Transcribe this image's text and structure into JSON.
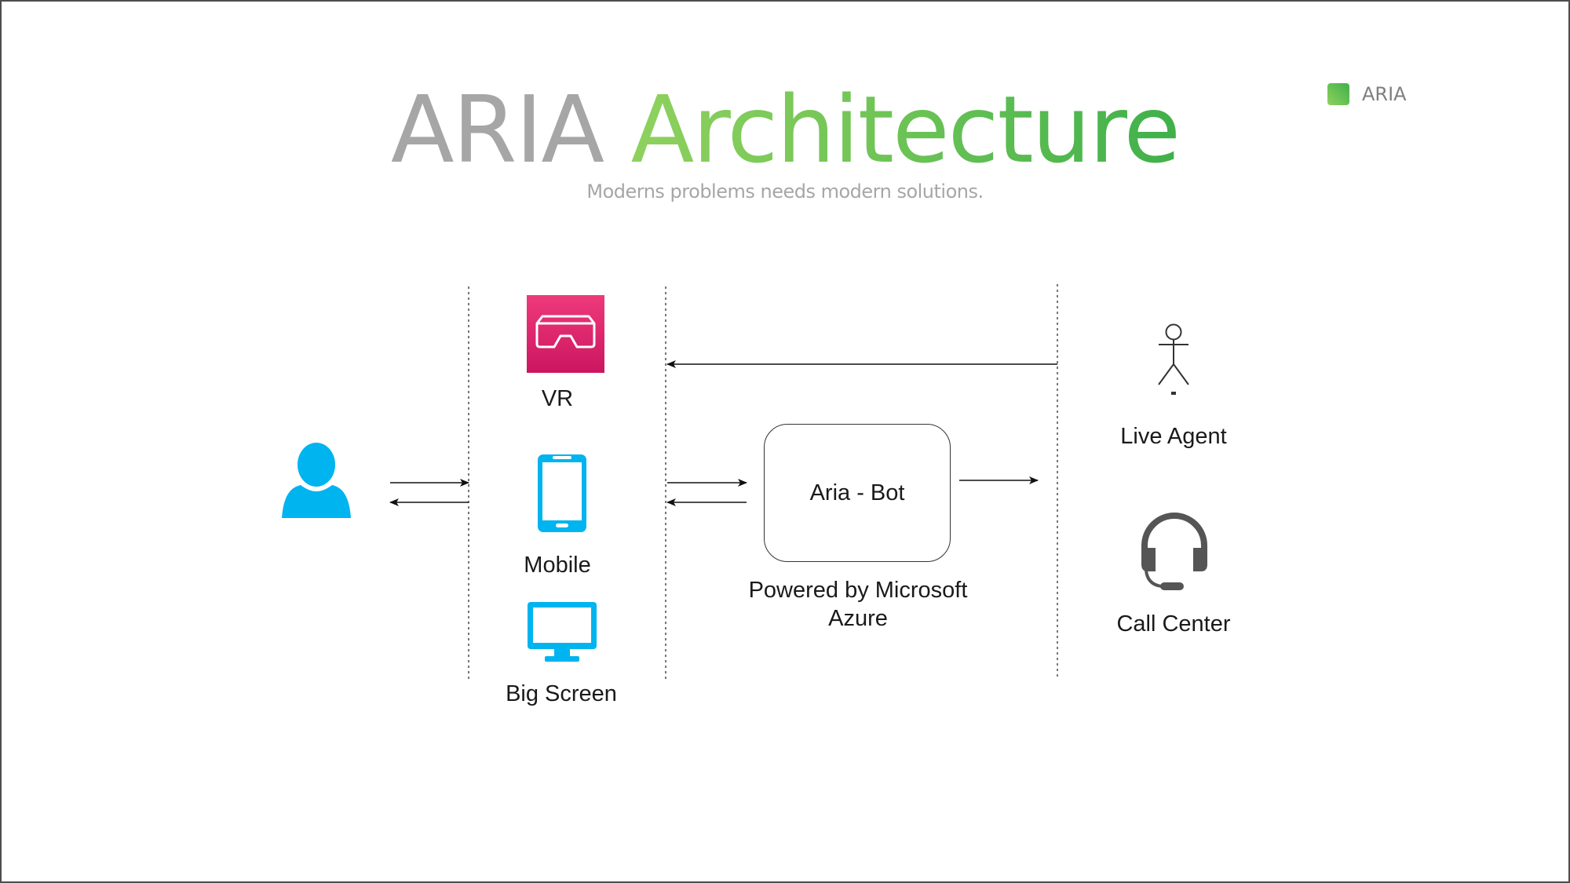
{
  "header": {
    "title_part1": "ARIA",
    "title_part2": "Architecture",
    "subtitle": "Moderns problems needs modern solutions.",
    "brand_label": "ARIA"
  },
  "colors": {
    "title_gray": "#a6a6a6",
    "accent_green": "#6cc355",
    "user_blue": "#00b4ef",
    "vr_pink": "#e7246e",
    "headset_gray": "#555555"
  },
  "diagram": {
    "user": {
      "icon": "user-icon"
    },
    "channels": [
      {
        "label": "VR",
        "icon": "vr-headset-icon"
      },
      {
        "label": "Mobile",
        "icon": "mobile-phone-icon"
      },
      {
        "label": "Big Screen",
        "icon": "monitor-icon"
      }
    ],
    "bot": {
      "label": "Aria - Bot",
      "caption_line1": "Powered by Microsoft",
      "caption_line2": "Azure"
    },
    "handoff": [
      {
        "label": "Live Agent",
        "icon": "stick-figure-icon"
      },
      {
        "label": "Call Center",
        "icon": "headset-icon"
      }
    ]
  }
}
